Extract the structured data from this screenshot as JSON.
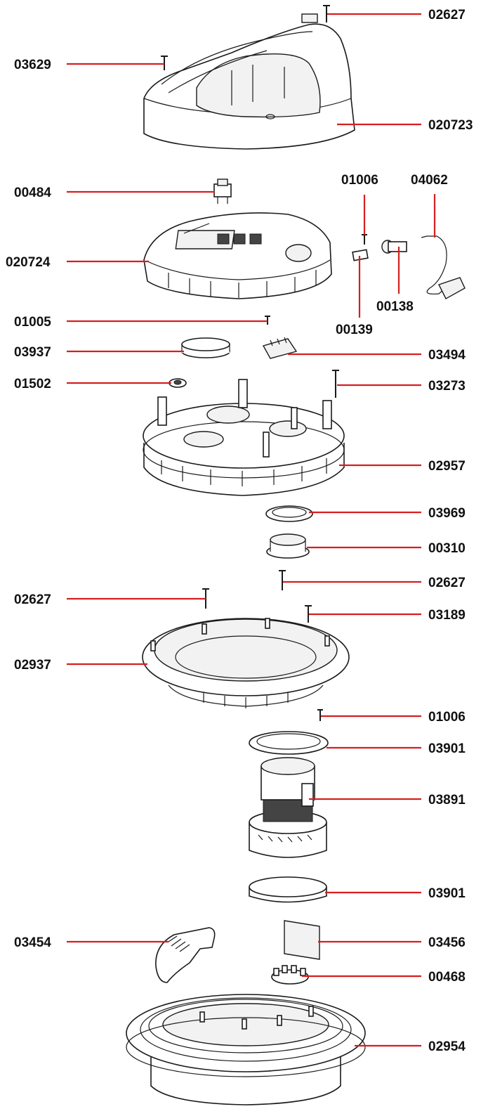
{
  "labels": {
    "right_02627_top": "02627",
    "left_03629": "03629",
    "right_020723": "020723",
    "left_00484": "00484",
    "top_01006": "01006",
    "top_04062": "04062",
    "left_020724": "020724",
    "bottom_00138": "00138",
    "bottom_00139": "00139",
    "left_01005": "01005",
    "left_03937": "03937",
    "right_03494": "03494",
    "left_01502": "01502",
    "right_03273": "03273",
    "right_02957": "02957",
    "right_03969": "03969",
    "right_00310": "00310",
    "right_02627_middle": "02627",
    "left_02627": "02627",
    "right_03189": "03189",
    "left_02937": "02937",
    "right_01006": "01006",
    "right_03901_upper": "03901",
    "right_03891": "03891",
    "right_03901_lower": "03901",
    "left_03454": "03454",
    "right_03456": "03456",
    "right_00468": "00468",
    "right_02954": "02954"
  },
  "colors": {
    "leader_line": "#d61f1f",
    "outline": "#1a1a1a",
    "label_text": "#111111",
    "background": "#ffffff"
  }
}
